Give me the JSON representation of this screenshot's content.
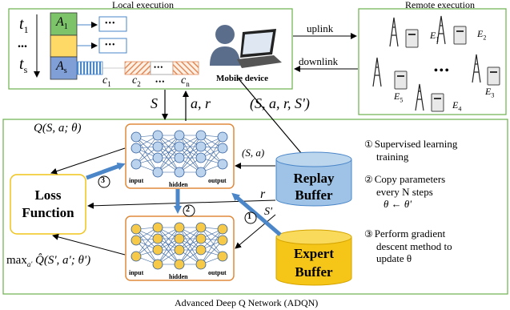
{
  "labels": {
    "local_execution": "Local execution",
    "remote_execution": "Remote execution",
    "bottom_caption": "Advanced Deep Q Network (ADQN)",
    "uplink": "uplink",
    "downlink": "downlink",
    "mobile_device": "Mobile device",
    "t1": "t",
    "t1_sub": "1",
    "ts": "t",
    "ts_sub": "s",
    "dots_vertical": "...",
    "a1": "A",
    "a1_sub": "1",
    "as": "A",
    "as_sub": "s",
    "queue_dots": "•••",
    "c1": "c",
    "c1_sub": "1",
    "c2": "c",
    "c2_sub": "2",
    "cn": "c",
    "cn_sub": "n",
    "c_dots": "•••",
    "e1": "E",
    "e1_sub": "1",
    "e2": "E",
    "e2_sub": "2",
    "e3": "E",
    "e3_sub": "3",
    "e4": "E",
    "e4_sub": "4",
    "e5": "E",
    "e5_sub": "5",
    "remote_dots": "•••",
    "s_label": "S",
    "ar_label": "a, r",
    "transition": "(S, a, r, S')",
    "q_label": "Q(S, a; θ)",
    "sa_label": "(S, a)",
    "r_label": "r",
    "s_prime": "S'",
    "max_label": "max",
    "max_sub": "a'",
    "qhat_label": "Q̂(S', a'; θ')",
    "loss_function": "Loss Function",
    "replay_buffer": "Replay Buffer",
    "expert_buffer": "Expert Buffer",
    "nn_input": "input",
    "nn_hidden": "hidden",
    "nn_output": "output",
    "marker1": "1",
    "marker2": "2",
    "marker3": "3"
  },
  "steps": [
    {
      "num": "①",
      "line1": "Supervised learning",
      "line2": "training",
      "line3": ""
    },
    {
      "num": "②",
      "line1": "Copy parameters",
      "line2": "every N steps",
      "line3": "θ ← θ'"
    },
    {
      "num": "③",
      "line1": "Perform gradient",
      "line2": "descent method to",
      "line3": "update  θ"
    }
  ],
  "colors": {
    "panel_border": "#6ab04c",
    "nn_border": "#e08a3c",
    "blue_neuron": "#bcd3ee",
    "yellow_neuron": "#f7c948",
    "replay_fill": "#9ec3e6",
    "expert_fill": "#f5c518",
    "arrow_blue": "#4a86c8",
    "queue_green": "#7cc36a",
    "queue_yellow": "#ffd966",
    "queue_blue": "#7f9fd6"
  }
}
